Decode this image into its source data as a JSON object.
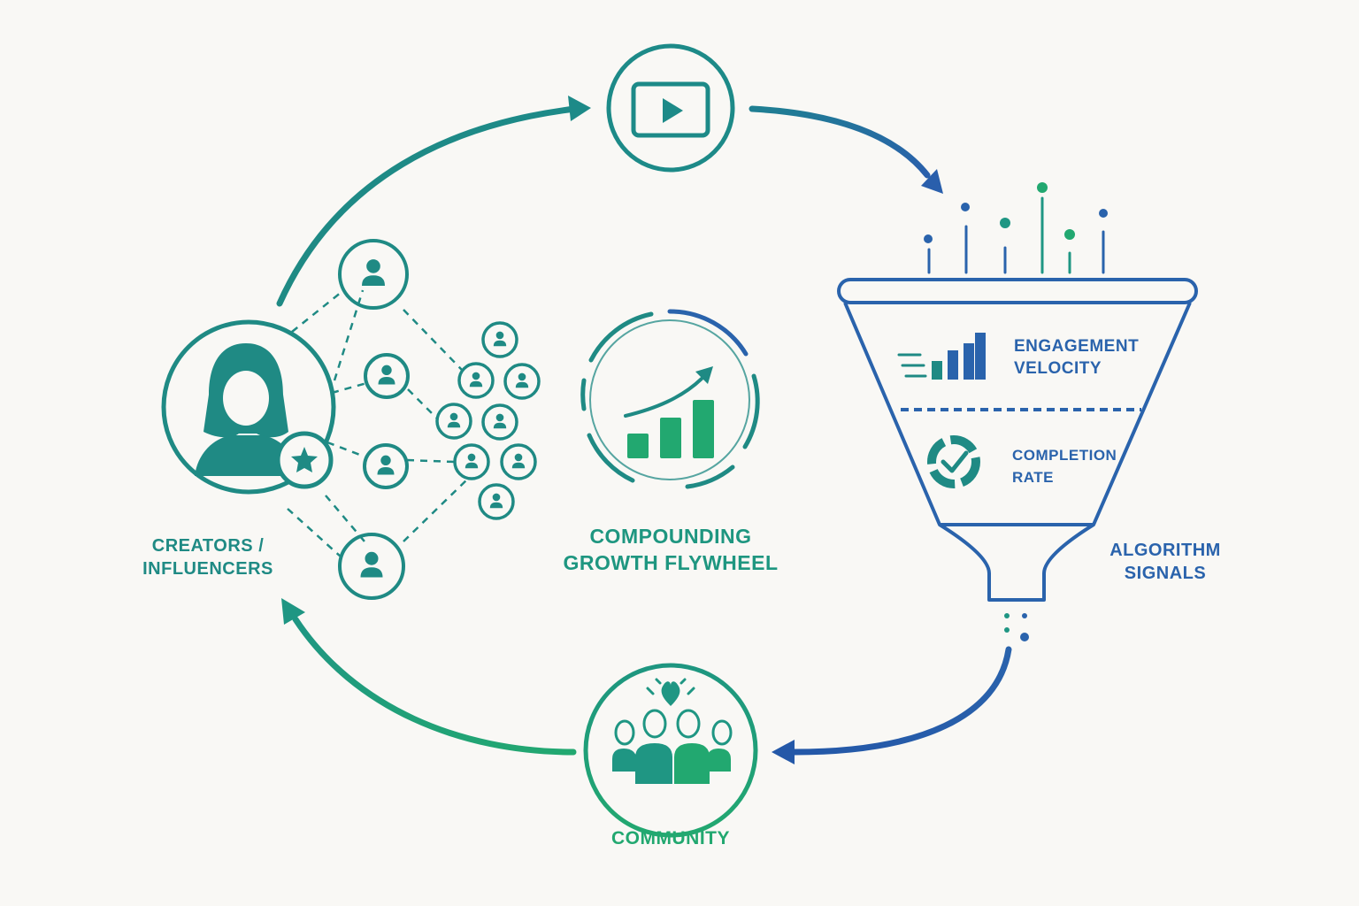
{
  "nodes": {
    "creators": {
      "line1": "CREATORS /",
      "line2": "INFLUENCERS"
    },
    "center": {
      "line1": "COMPOUNDING",
      "line2": "GROWTH FLYWHEEL"
    },
    "funnel": {
      "engagement_line1": "ENGAGEMENT",
      "engagement_line2": "VELOCITY",
      "completion_line1": "COMPLETION",
      "completion_line2": "RATE"
    },
    "algorithm": {
      "line1": "ALGORITHM",
      "line2": "SIGNALS"
    },
    "community": {
      "label": "COMMUNITY"
    }
  },
  "colors": {
    "teal": "#1f8a84",
    "green": "#22a870",
    "blue": "#2a63ac",
    "background": "#f9f8f5"
  },
  "icons": {
    "content": "video-play-icon",
    "creator": "creator-avatar-icon",
    "badge": "star-icon",
    "growth": "growth-chart-icon",
    "engagement": "bar-chart-icon",
    "completion": "check-circle-icon",
    "community": "community-heart-icon"
  }
}
